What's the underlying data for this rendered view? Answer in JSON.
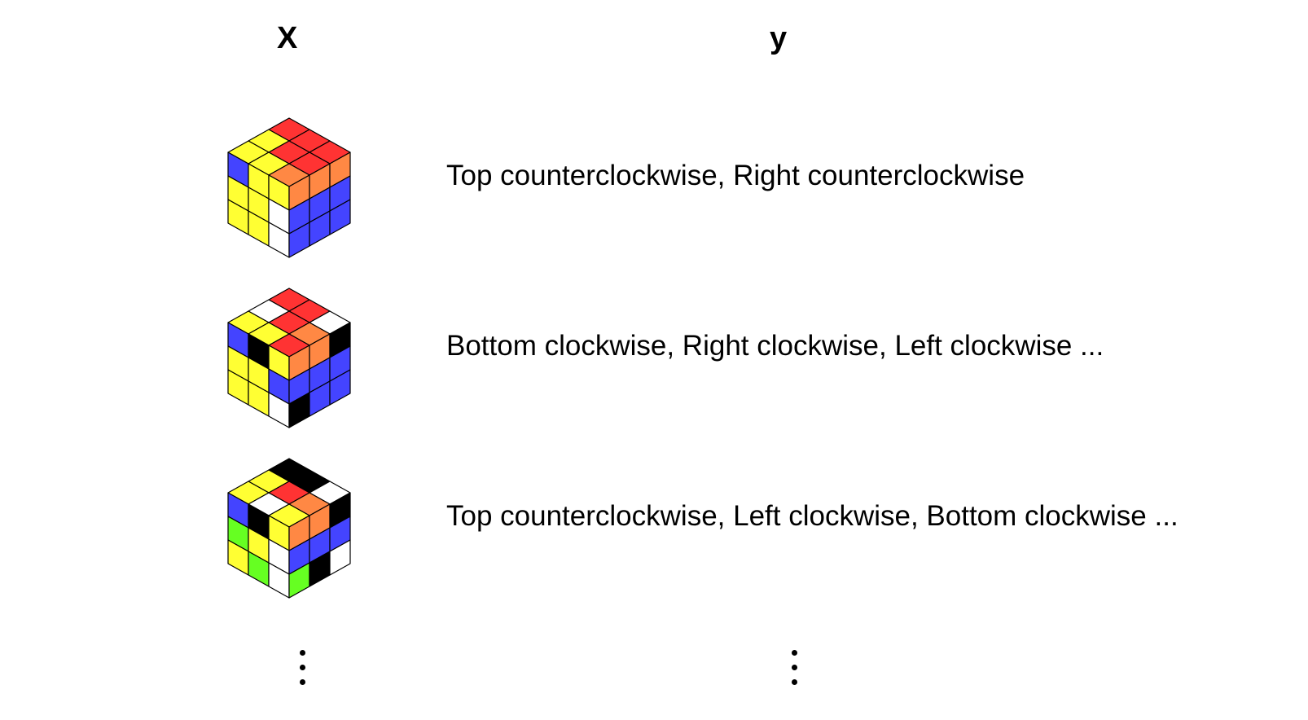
{
  "headers": {
    "x": "X",
    "y": "y"
  },
  "colors": {
    "R": "#ff3333",
    "Y": "#ffff33",
    "B": "#4444ff",
    "O": "#ff8844",
    "W": "#ffffff",
    "K": "#000000",
    "G": "#66ff22"
  },
  "rows": [
    {
      "label": "Top counterclockwise, Right counterclockwise",
      "cube": {
        "top": [
          [
            "R",
            "R",
            "R"
          ],
          [
            "Y",
            "R",
            "R"
          ],
          [
            "Y",
            "Y",
            "O"
          ]
        ],
        "left": [
          [
            "B",
            "Y",
            "Y"
          ],
          [
            "Y",
            "Y",
            "W"
          ],
          [
            "Y",
            "Y",
            "W"
          ]
        ],
        "right": [
          [
            "O",
            "O",
            "O"
          ],
          [
            "B",
            "B",
            "B"
          ],
          [
            "B",
            "B",
            "B"
          ]
        ]
      }
    },
    {
      "label": "Bottom clockwise, Right clockwise, Left clockwise ...",
      "cube": {
        "top": [
          [
            "R",
            "R",
            "W"
          ],
          [
            "W",
            "R",
            "O"
          ],
          [
            "Y",
            "Y",
            "R"
          ]
        ],
        "left": [
          [
            "B",
            "K",
            "Y"
          ],
          [
            "Y",
            "Y",
            "B"
          ],
          [
            "Y",
            "Y",
            "W"
          ]
        ],
        "right": [
          [
            "O",
            "O",
            "K"
          ],
          [
            "B",
            "B",
            "B"
          ],
          [
            "K",
            "B",
            "B"
          ]
        ]
      }
    },
    {
      "label": "Top counterclockwise, Left clockwise, Bottom clockwise ...",
      "cube": {
        "top": [
          [
            "K",
            "K",
            "W"
          ],
          [
            "Y",
            "R",
            "O"
          ],
          [
            "Y",
            "W",
            "Y"
          ]
        ],
        "left": [
          [
            "B",
            "K",
            "Y"
          ],
          [
            "G",
            "Y",
            "W"
          ],
          [
            "Y",
            "G",
            "W"
          ]
        ],
        "right": [
          [
            "O",
            "O",
            "K"
          ],
          [
            "B",
            "B",
            "B"
          ],
          [
            "G",
            "K",
            "W"
          ]
        ]
      }
    }
  ]
}
